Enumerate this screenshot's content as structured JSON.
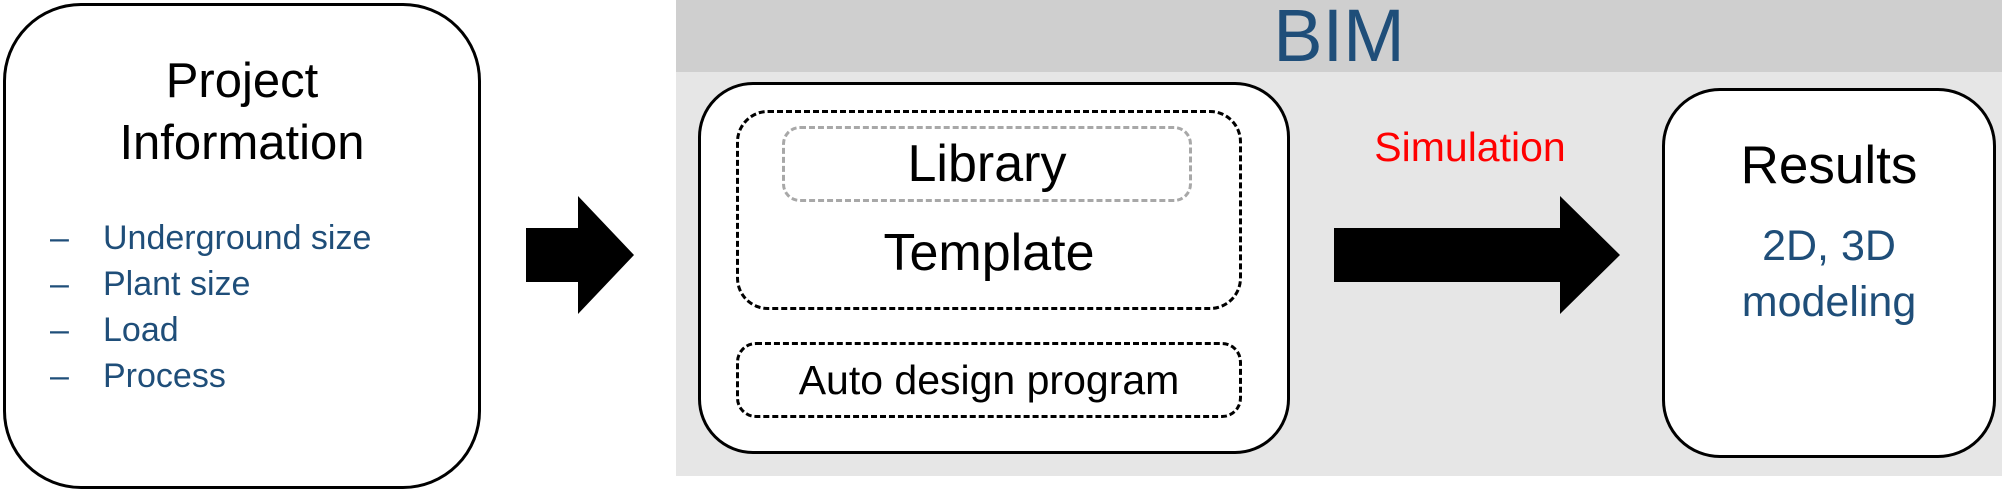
{
  "project": {
    "title_line1": "Project",
    "title_line2": "Information",
    "items": [
      {
        "bullet": "–",
        "label": "Underground size"
      },
      {
        "bullet": "–",
        "label": "Plant size"
      },
      {
        "bullet": "–",
        "label": "Load"
      },
      {
        "bullet": "–",
        "label": "Process"
      }
    ]
  },
  "bim": {
    "title": "BIM",
    "library_label": "Library",
    "template_label": "Template",
    "auto_design_label": "Auto design program"
  },
  "simulation_label": "Simulation",
  "results": {
    "title": "Results",
    "detail_line1": "2D, 3D",
    "detail_line2": "modeling"
  },
  "colors": {
    "accent_blue": "#1F4E79",
    "simulation_red": "#FF0000",
    "panel_gray": "#E6E6E6",
    "header_gray": "#CFCFCF"
  },
  "icons": [
    "arrow-right-icon",
    "arrow-right-icon"
  ]
}
